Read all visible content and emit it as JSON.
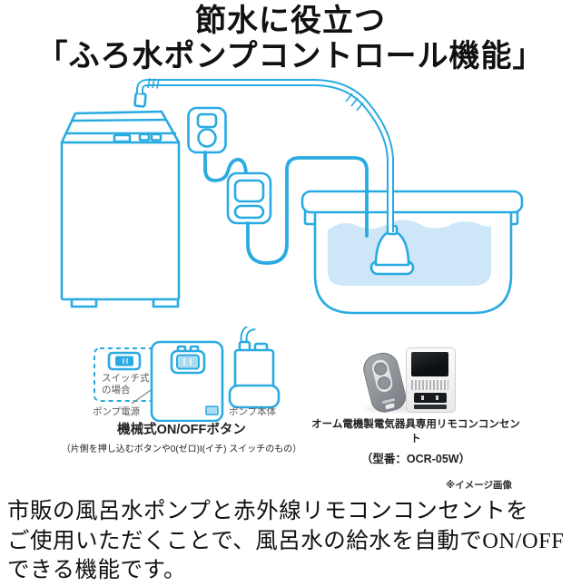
{
  "title": {
    "line1": "節水に役立つ",
    "line2": "「ふろ水ポンプコントロール機能」"
  },
  "colors": {
    "line_blue": "#29abe2",
    "water_blue": "#cde6f8"
  },
  "diagram_labels": {
    "switch_case_line1": "スイッチ式",
    "switch_case_line2": "の場合",
    "pump_power": "ポンプ電源",
    "pump_body": "ポンプ本体"
  },
  "captions": {
    "mechanical_title": "機械式ON/OFFボタン",
    "mechanical_note": "（片側を押し込むボタンや0(ゼロ)I(イチ) スイッチのもの）",
    "remote_title": "オーム電機製電気器具専用リモコンコンセント",
    "remote_model": "（型番：OCR-05W）"
  },
  "footnote": "※イメージ画像",
  "description": {
    "line1": "市販の風呂水ポンプと赤外線リモコンコンセントを",
    "line2": "ご使用いただくことで、風呂水の給水を自動でON/OFF",
    "line3": "できる機能です。"
  }
}
